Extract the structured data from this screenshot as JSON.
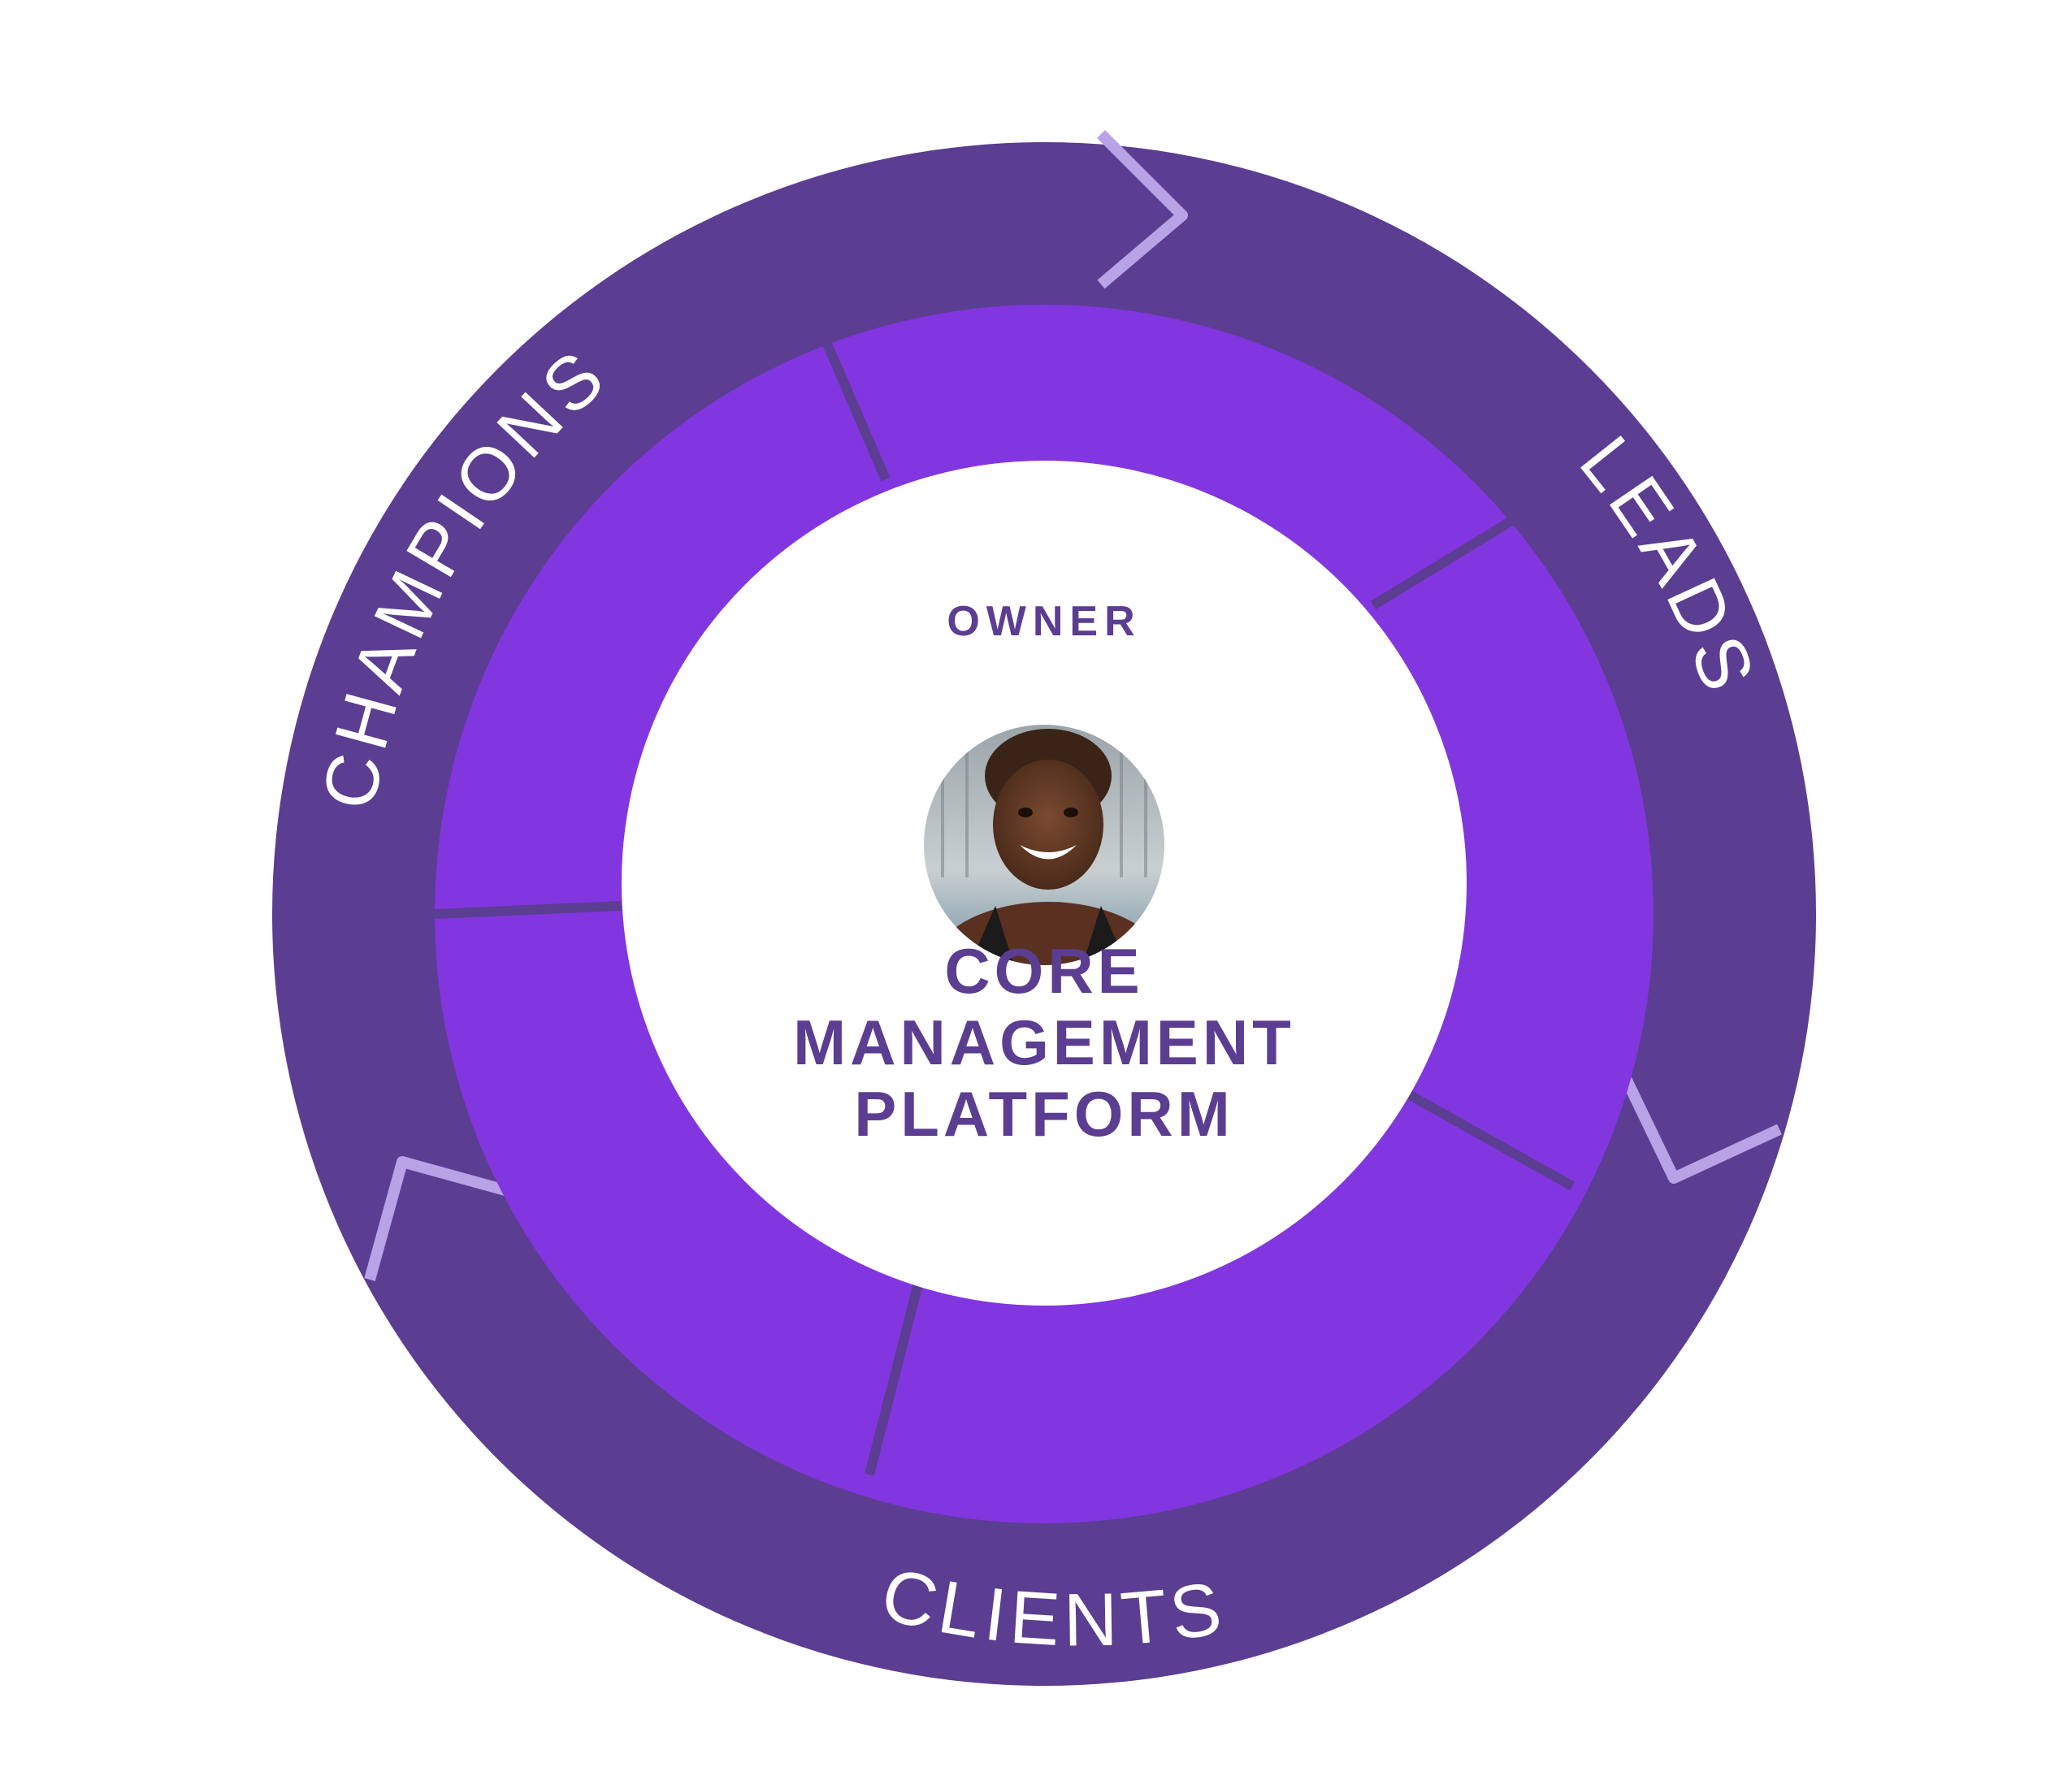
{
  "diagram": {
    "owner_label": "OWNER",
    "platform_lines": [
      "CORE",
      "MANAGEMENT",
      "PLATFORM"
    ],
    "cycle_labels": {
      "champions": "CHAMPIONS",
      "leads": "LEADS",
      "clients": "CLIENTS"
    },
    "colors": {
      "outer_ring": "#5B3D91",
      "inner_ring": "#8236DF",
      "divider": "#5B3D91",
      "arrow_highlight": "#B9A2E6",
      "center": "#FFFFFF",
      "text_dark": "#5B3D91",
      "text_light": "#FFFFFF"
    },
    "owner_avatar_icon": "avatar-photo"
  }
}
